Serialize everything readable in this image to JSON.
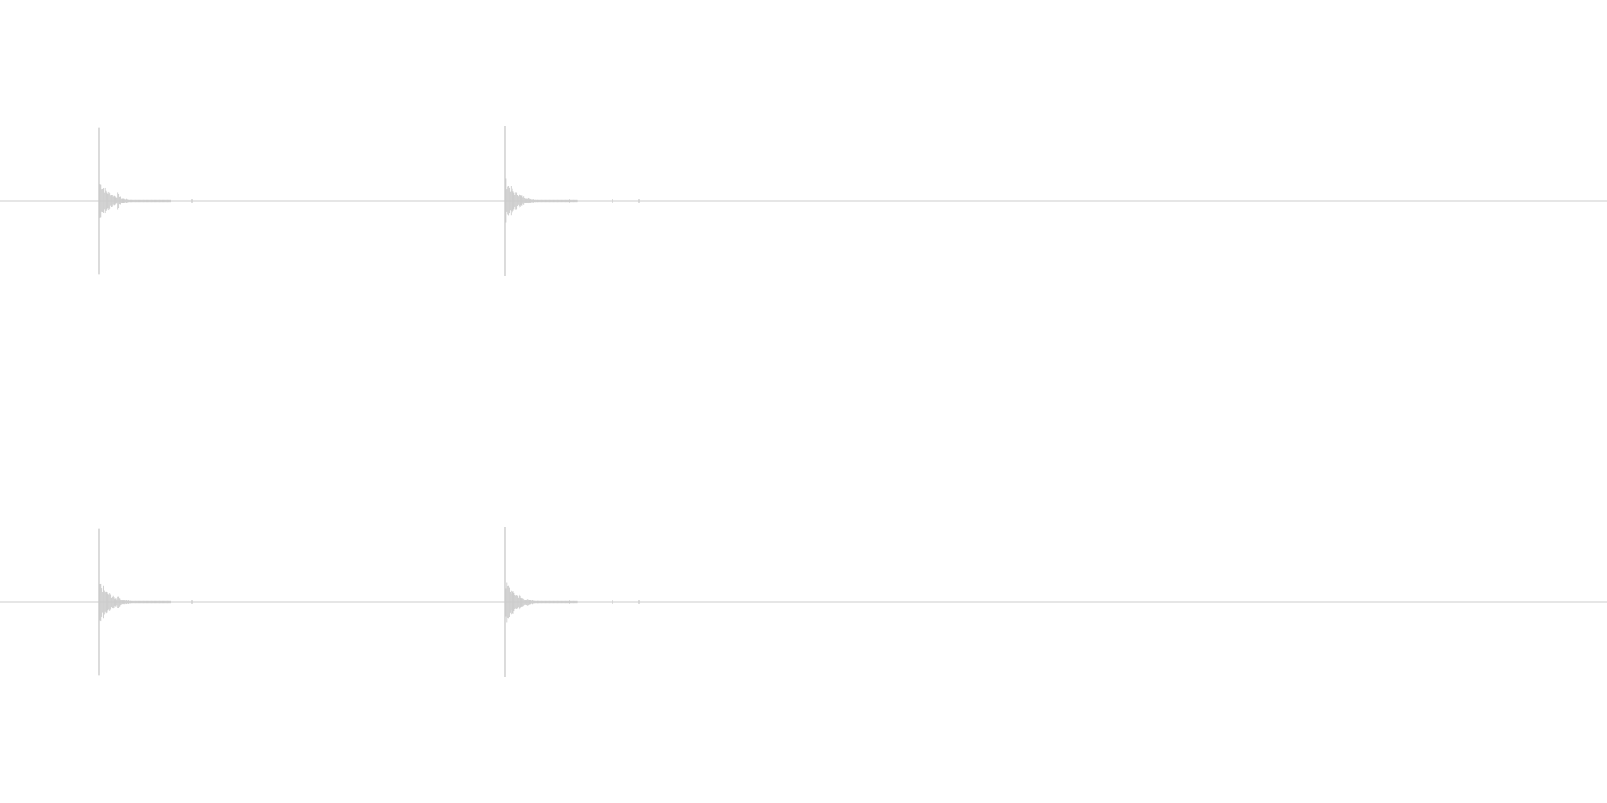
{
  "waveform": {
    "color": "#cccccc",
    "background": "#ffffff",
    "channel_count": 2,
    "channels": [
      {
        "label": ""
      },
      {
        "label": ""
      }
    ],
    "clips": [
      {
        "peak_level": 0.98
      },
      {
        "peak_level": 1.0
      }
    ]
  }
}
